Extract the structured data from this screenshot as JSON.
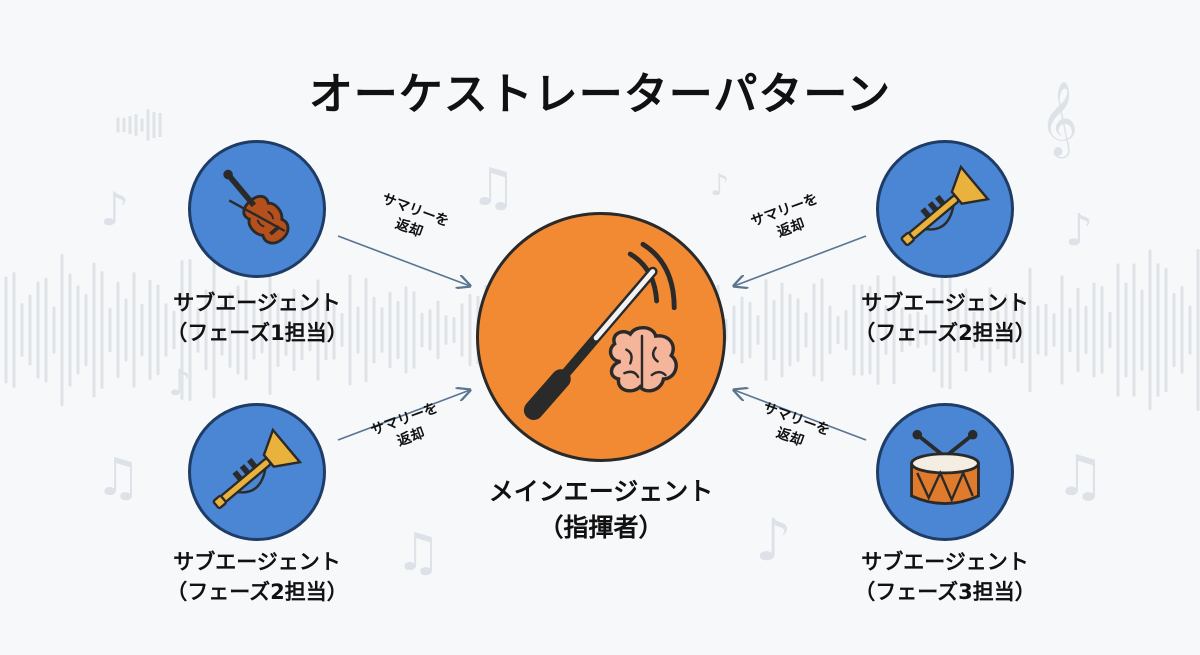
{
  "title": "オーケストレーターパターン",
  "main_agent": {
    "line1": "メインエージェント",
    "line2": "（指揮者）",
    "icon": "conductor-baton-brain-icon"
  },
  "sub_agents": [
    {
      "line1": "サブエージェント",
      "line2": "（フェーズ1担当）",
      "icon": "violin-icon"
    },
    {
      "line1": "サブエージェント",
      "line2": "（フェーズ2担当）",
      "icon": "trumpet-icon"
    },
    {
      "line1": "サブエージェント",
      "line2": "（フェーズ2担当）",
      "icon": "trumpet-icon"
    },
    {
      "line1": "サブエージェント",
      "line2": "（フェーズ3担当）",
      "icon": "drum-icon"
    }
  ],
  "arrows": [
    {
      "line1": "サマリーを",
      "line2": "返却"
    },
    {
      "line1": "サマリーを",
      "line2": "返却"
    },
    {
      "line1": "サマリーを",
      "line2": "返却"
    },
    {
      "line1": "サマリーを",
      "line2": "返却"
    }
  ],
  "colors": {
    "main": "#f28a33",
    "sub": "#4a86d4",
    "arrow": "#5a7590",
    "background": "#f7f8fa"
  }
}
